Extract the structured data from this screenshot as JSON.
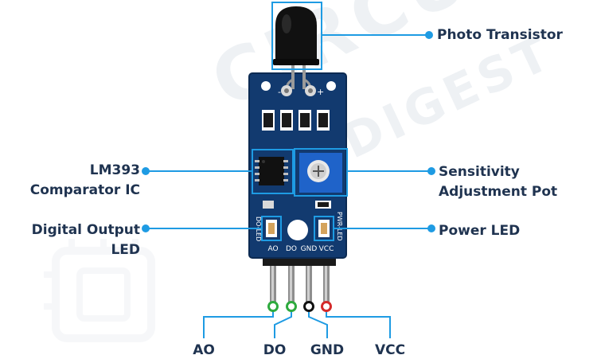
{
  "watermark": {
    "brand_line1": "CIRCUIT",
    "brand_line2": "DIGEST"
  },
  "colors": {
    "accent": "#1e9be3",
    "label_text": "#1f3350",
    "board": "#123a6f",
    "pin_ao": "#2eaa3e",
    "pin_do": "#2eaa3e",
    "pin_gnd": "#111111",
    "pin_vcc": "#d42a2a"
  },
  "callouts": {
    "photo_transistor": "Photo Transistor",
    "comparator_line1": "LM393",
    "comparator_line2": "Comparator IC",
    "sensitivity_line1": "Sensitivity",
    "sensitivity_line2": "Adjustment Pot",
    "digital_led_line1": "Digital Output",
    "digital_led_line2": "LED",
    "power_led": "Power LED"
  },
  "board_silkscreen": {
    "pin_header_labels": [
      "AO",
      "DO",
      "GND",
      "VCC"
    ],
    "do_led_label": "DO-LED",
    "pwr_led_label": "PWR-LED",
    "minus_sign": "-",
    "plus_sign": "+"
  },
  "pins": [
    "AO",
    "DO",
    "GND",
    "VCC"
  ]
}
